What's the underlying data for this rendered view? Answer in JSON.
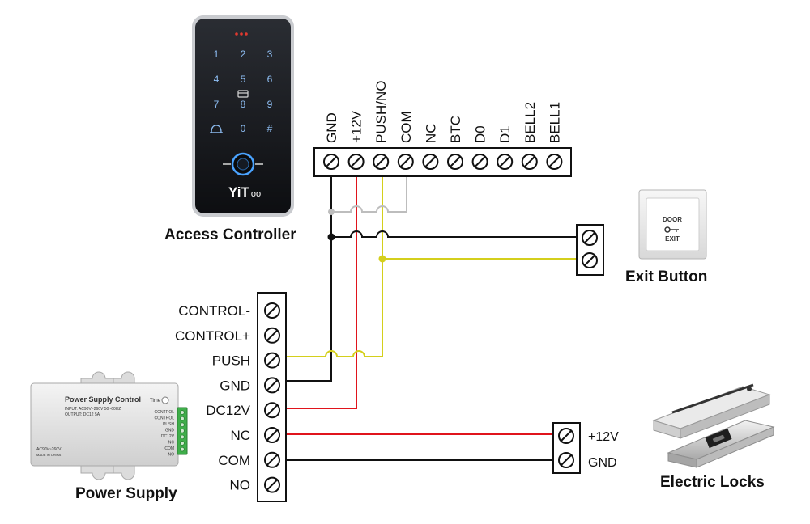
{
  "controller": {
    "title": "Access Controller",
    "brand": "YiT",
    "brand_suffix": "oo",
    "keys": [
      "1",
      "2",
      "3",
      "4",
      "5",
      "6",
      "7",
      "8",
      "9",
      "0",
      "#"
    ],
    "terminals": [
      "GND",
      "+12V",
      "PUSH/NO",
      "COM",
      "NC",
      "BTC",
      "D0",
      "D1",
      "BELL2",
      "BELL1"
    ]
  },
  "exit_button": {
    "title": "Exit Button",
    "plate_top": "DOOR",
    "plate_bottom": "EXIT"
  },
  "power_supply": {
    "title": "Power Supply",
    "box_title": "Power Supply Control",
    "input_line": "INPUT:  AC90V~260V 50~60HZ",
    "output_line": "OUTPUT:  DC12  5A",
    "time_label": "Time",
    "side_labels": [
      "CONTROL",
      "CONTROL",
      "PUSH",
      "GND",
      "DC12V",
      "NC",
      "COM",
      "NO"
    ],
    "footer_line1": "AC90V~260V",
    "footer_line2": "MADE IN CHINA",
    "terminals": [
      "CONTROL-",
      "CONTROL+",
      "PUSH",
      "GND",
      "DC12V",
      "NC",
      "COM",
      "NO"
    ]
  },
  "locks": {
    "title": "Electric Locks",
    "terminals": [
      "+12V",
      "GND"
    ]
  },
  "colors": {
    "wire_black": "#111111",
    "wire_red": "#e0141c",
    "wire_yellow": "#d4cf1c",
    "wire_gray": "#bdbdbd"
  }
}
